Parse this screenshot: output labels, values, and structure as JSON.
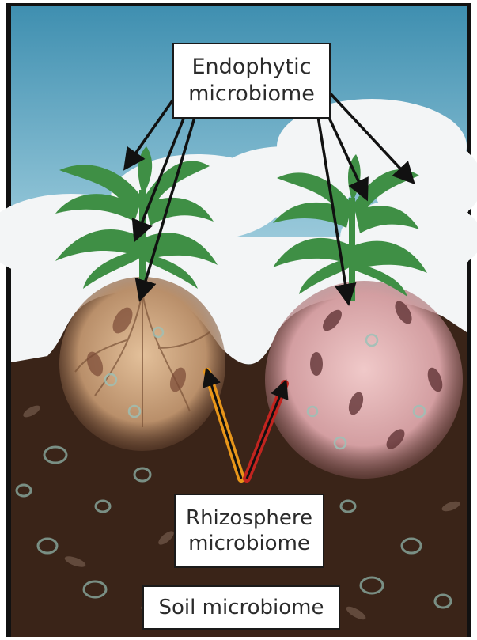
{
  "labels": {
    "endophytic": {
      "line1": "Endophytic",
      "line2": "microbiome"
    },
    "rhizosphere": {
      "line1": "Rhizosphere",
      "line2": "microbiome"
    },
    "soil": "Soil microbiome"
  },
  "colors": {
    "sky_top": "#3c8dae",
    "sky_bottom": "#b9dbe6",
    "cloud": "#f4f6f7",
    "soil": "#3b2418",
    "root_zone_left": "#c9a27c",
    "root_zone_right": "#d9a6a8",
    "plant_green": "#3f8f45",
    "arrow_orange": "#e8961a",
    "arrow_red": "#c2241f",
    "arrow_black": "#111111"
  }
}
